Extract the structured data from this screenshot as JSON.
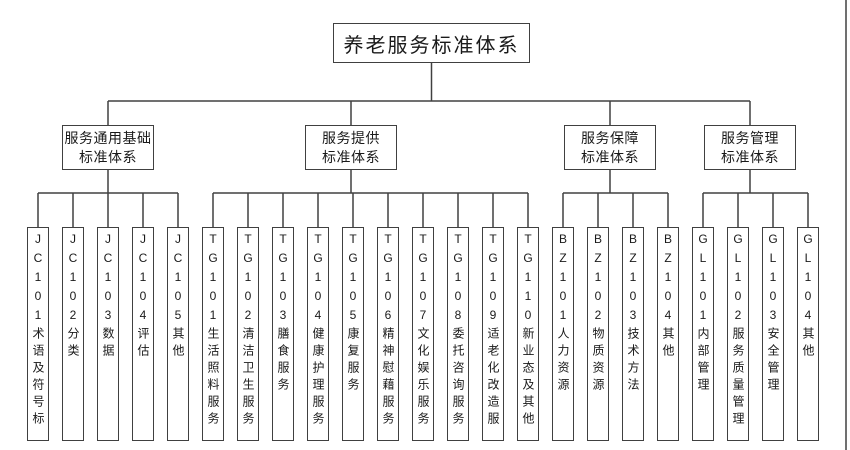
{
  "diagram": {
    "title": "养老服务标准体系",
    "root": {
      "label": "养老服务标准体系"
    },
    "groups": [
      {
        "label_lines": [
          "服务通用基础",
          "标准体系"
        ],
        "children": [
          {
            "code": "JC101",
            "name": "术语及符号标志"
          },
          {
            "code": "JC102",
            "name": "分类"
          },
          {
            "code": "JC103",
            "name": "数据"
          },
          {
            "code": "JC104",
            "name": "评估"
          },
          {
            "code": "JC105",
            "name": "其他"
          }
        ]
      },
      {
        "label_lines": [
          "服务提供",
          "标准体系"
        ],
        "children": [
          {
            "code": "TG101",
            "name": "生活照料服务"
          },
          {
            "code": "TG102",
            "name": "清洁卫生服务"
          },
          {
            "code": "TG103",
            "name": "膳食服务"
          },
          {
            "code": "TG104",
            "name": "健康护理服务"
          },
          {
            "code": "TG105",
            "name": "康复服务"
          },
          {
            "code": "TG106",
            "name": "精神慰藉服务"
          },
          {
            "code": "TG107",
            "name": "文化娱乐服务"
          },
          {
            "code": "TG108",
            "name": "委托咨询服务"
          },
          {
            "code": "TG109",
            "name": "适老化改造服务"
          },
          {
            "code": "TG110",
            "name": "新业态及其他"
          }
        ]
      },
      {
        "label_lines": [
          "服务保障",
          "标准体系"
        ],
        "children": [
          {
            "code": "BZ101",
            "name": "人力资源"
          },
          {
            "code": "BZ102",
            "name": "物质资源"
          },
          {
            "code": "BZ103",
            "name": "技术方法"
          },
          {
            "code": "BZ104",
            "name": "其他"
          }
        ]
      },
      {
        "label_lines": [
          "服务管理",
          "标准体系"
        ],
        "children": [
          {
            "code": "GL101",
            "name": "内部管理"
          },
          {
            "code": "GL102",
            "name": "服务质量管理"
          },
          {
            "code": "GL103",
            "name": "安全管理"
          },
          {
            "code": "GL104",
            "name": "其他"
          }
        ]
      }
    ],
    "colors": {
      "line": "#404040",
      "text": "#1a1a1a",
      "background": "#ffffff"
    }
  }
}
